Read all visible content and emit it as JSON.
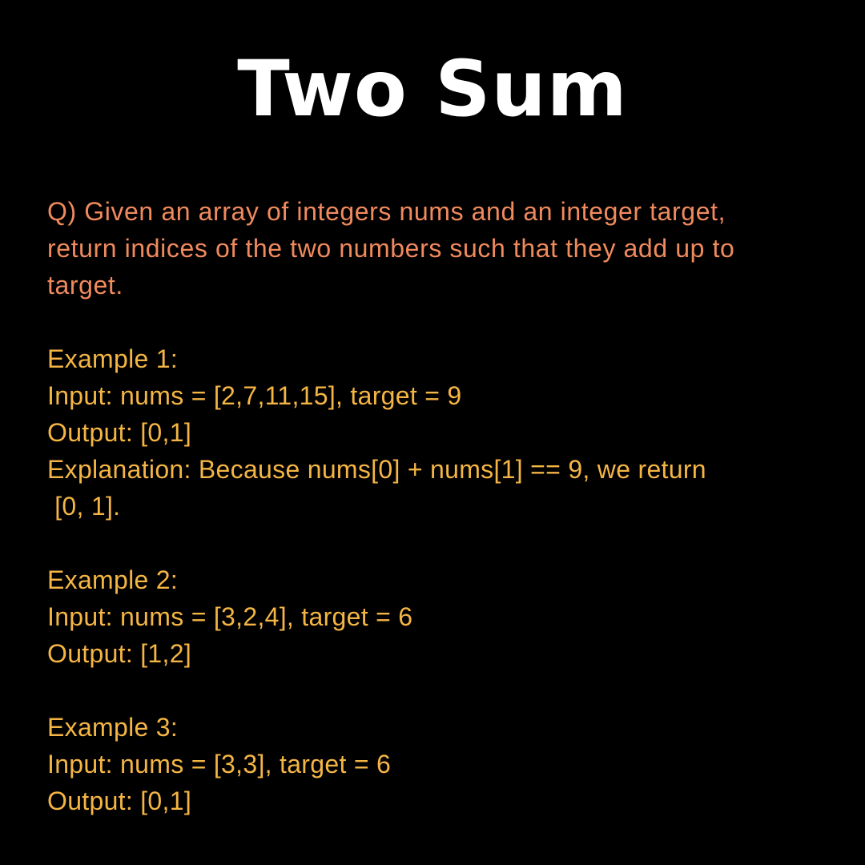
{
  "title": "Two Sum",
  "question": {
    "lines": [
      "Q) Given an array of integers nums and an integer target,",
      "return indices of the two numbers such that they add up to",
      "target."
    ]
  },
  "examples": [
    {
      "heading": "Example 1:",
      "input": "Input: nums = [2,7,11,15], target = 9",
      "output": "Output: [0,1]",
      "explanation_line1": "Explanation: Because nums[0] + nums[1] == 9, we return",
      "explanation_line2": " [0, 1]."
    },
    {
      "heading": "Example 2:",
      "input": "Input: nums = [3,2,4], target = 6",
      "output": "Output: [1,2]"
    },
    {
      "heading": "Example 3:",
      "input": "Input: nums = [3,3], target = 6",
      "output": "Output: [0,1]"
    }
  ],
  "colors": {
    "background": "#000000",
    "title": "#ffffff",
    "question": "#f08a5d",
    "examples": "#f4b544"
  }
}
